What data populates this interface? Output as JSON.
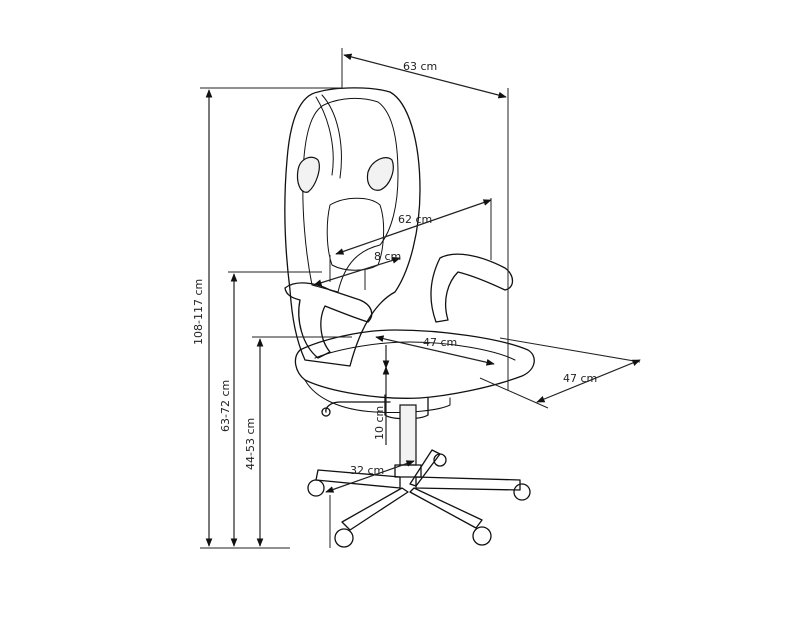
{
  "dimensions": {
    "total_width": "63 cm",
    "total_height": "108-117 cm",
    "armrest_height": "63-72 cm",
    "seat_height": "44-53 cm",
    "backrest_width": "62 cm",
    "armrest_width": "8 cm",
    "seat_width": "47 cm",
    "seat_depth": "47 cm",
    "height_adjustment": "10 cm",
    "base_radius": "32 cm"
  }
}
